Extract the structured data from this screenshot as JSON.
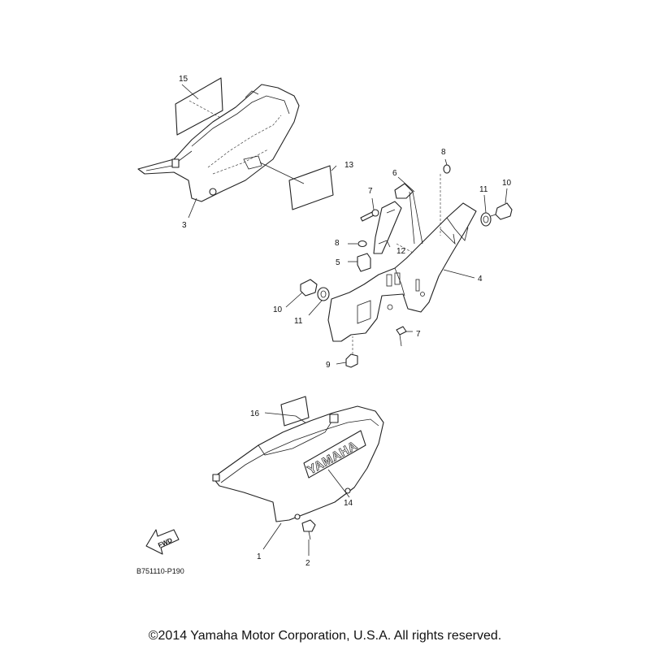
{
  "callouts": {
    "c1": "1",
    "c2": "2",
    "c3": "3",
    "c4": "4",
    "c5": "5",
    "c6": "6",
    "c7a": "7",
    "c7b": "7",
    "c8a": "8",
    "c8b": "8",
    "c9": "9",
    "c10a": "10",
    "c10b": "10",
    "c11a": "11",
    "c11b": "11",
    "c12": "12",
    "c13": "13",
    "c14": "14",
    "c15": "15",
    "c16": "16"
  },
  "diagram_code": "B751110-P190",
  "fwd_label": "FWD",
  "logo_text": "YAMAHA",
  "copyright": "©2014 Yamaha Motor Corporation, U.S.A. All rights reserved."
}
